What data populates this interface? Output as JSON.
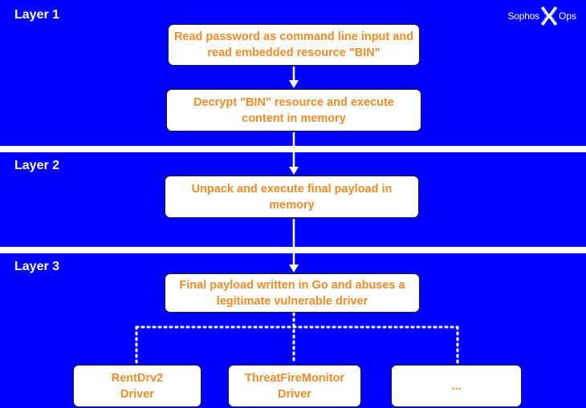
{
  "brand": {
    "text_before": "Sophos",
    "text_after": "Ops"
  },
  "layers": [
    {
      "label": "Layer 1"
    },
    {
      "label": "Layer 2"
    },
    {
      "label": "Layer 3"
    }
  ],
  "nodes": {
    "read_password": "Read password as command line input and read embedded resource \"BIN\"",
    "decrypt_bin": "Decrypt \"BIN\" resource and execute content in memory",
    "unpack_execute": "Unpack and execute final payload in memory",
    "final_payload": "Final payload written in Go and abuses a legitimate vulnerable driver",
    "rentdrv2": "RentDrv2 Driver",
    "threatfire": "ThreatFireMonitor Driver",
    "ellipsis": "..."
  },
  "colors": {
    "band": "#0000ff",
    "node_text": "#f28c28",
    "label_text": "#ffffff"
  }
}
